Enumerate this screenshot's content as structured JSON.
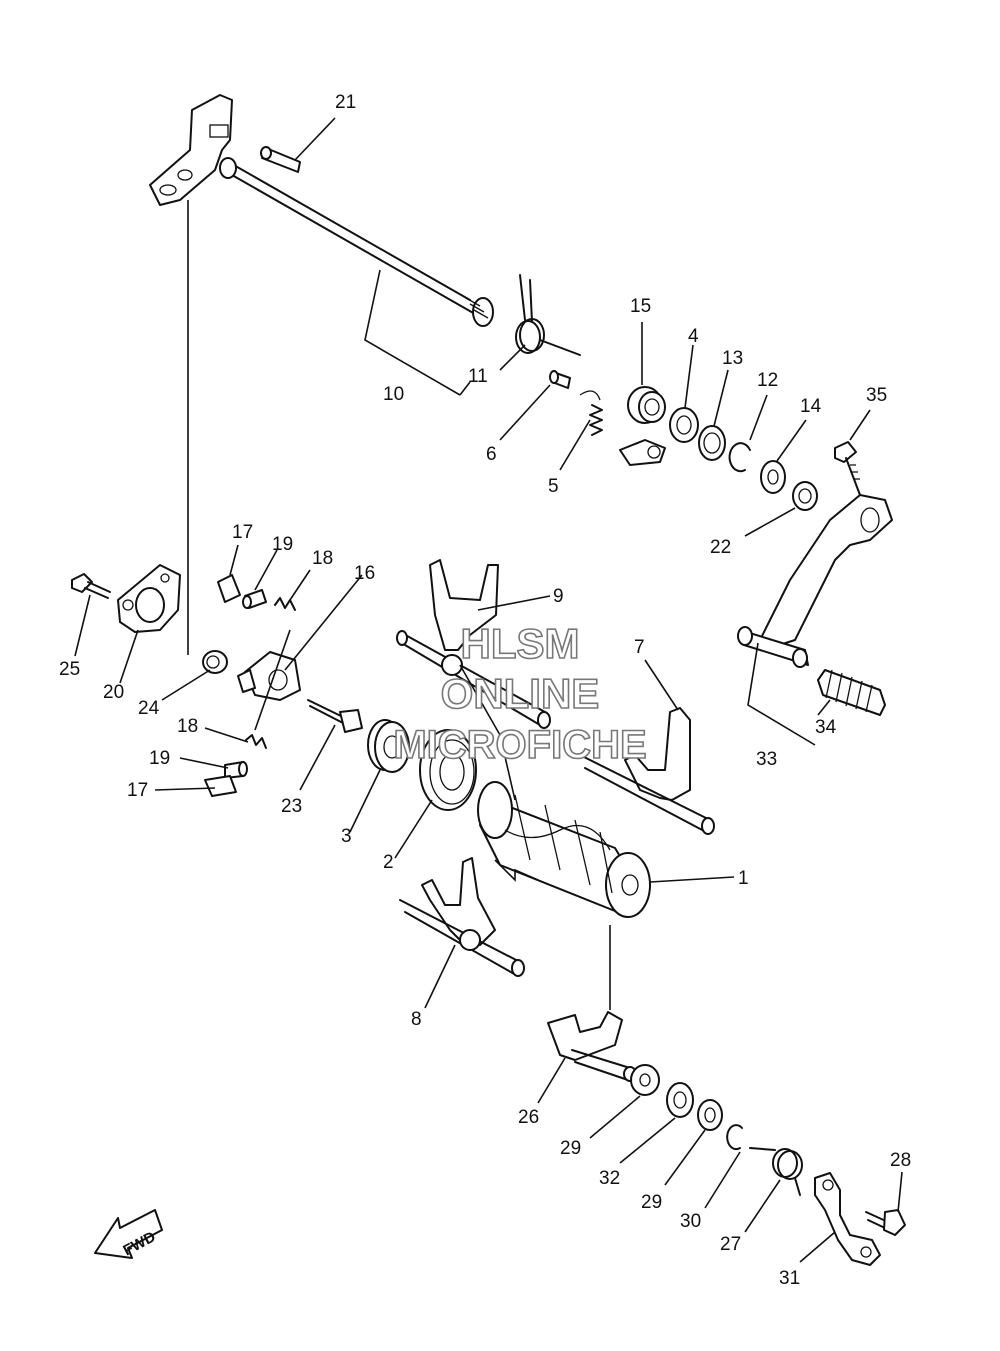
{
  "callouts": {
    "c1": "1",
    "c2": "2",
    "c3": "3",
    "c4": "4",
    "c5": "5",
    "c6": "6",
    "c7": "7",
    "c8": "8",
    "c9": "9",
    "c10": "10",
    "c11": "11",
    "c12": "12",
    "c13": "13",
    "c14": "14",
    "c15": "15",
    "c16": "16",
    "c17a": "17",
    "c17b": "17",
    "c18a": "18",
    "c18b": "18",
    "c19a": "19",
    "c19b": "19",
    "c20": "20",
    "c21": "21",
    "c22": "22",
    "c23": "23",
    "c24": "24",
    "c25": "25",
    "c26": "26",
    "c27": "27",
    "c28": "28",
    "c29a": "29",
    "c29b": "29",
    "c30": "30",
    "c31": "31",
    "c32": "32",
    "c33": "33",
    "c34": "34",
    "c35": "35"
  },
  "watermark": {
    "line1": "HLSM",
    "line2": "ONLINE",
    "line3": "MICROFICHE"
  },
  "direction_label": "FWD"
}
